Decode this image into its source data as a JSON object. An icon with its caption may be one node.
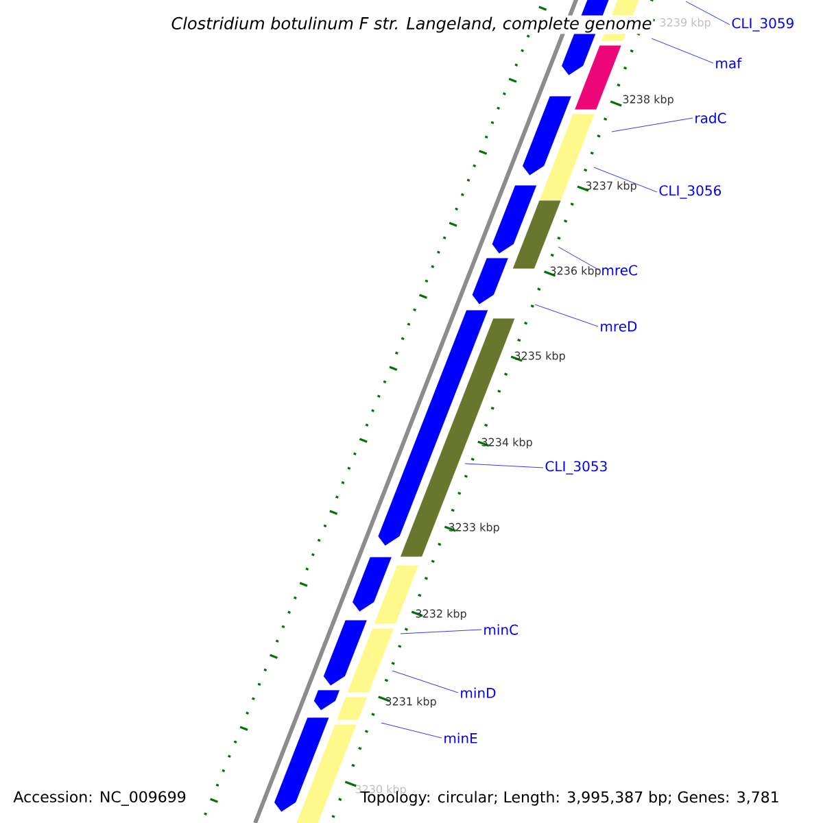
{
  "diagram": {
    "title": "Clostridium botulinum F str. Langeland, complete genome",
    "nodes": [
      {
        "text": [
          "CLI_3059"
        ]
      },
      {
        "text": [
          "maf"
        ]
      },
      {
        "text": [
          "radC"
        ]
      },
      {
        "text": [
          "CLI_3056"
        ]
      },
      {
        "text": [
          "mreC"
        ]
      },
      {
        "text": [
          "mreD"
        ]
      },
      {
        "text": [
          "CLI_3053"
        ]
      },
      {
        "text": [
          "minC"
        ]
      },
      {
        "text": [
          "minD"
        ]
      },
      {
        "text": [
          "minE"
        ]
      }
    ],
    "edges": [
      {
        "from": 0,
        "to": null,
        "arrow": "none"
      },
      {
        "from": 1,
        "to": null,
        "arrow": "none"
      },
      {
        "from": 2,
        "to": null,
        "arrow": "none"
      },
      {
        "from": 3,
        "to": null,
        "arrow": "none"
      },
      {
        "from": 4,
        "to": null,
        "arrow": "none"
      },
      {
        "from": 5,
        "to": null,
        "arrow": "none"
      },
      {
        "from": 6,
        "to": null,
        "arrow": "none"
      },
      {
        "from": 7,
        "to": null,
        "arrow": "none"
      },
      {
        "from": 8,
        "to": null,
        "arrow": "none"
      },
      {
        "from": 9,
        "to": null,
        "arrow": "none"
      }
    ],
    "labels": [
      "3239 kbp",
      "3238 kbp",
      "3237 kbp",
      "3236 kbp",
      "3235 kbp",
      "3234 kbp",
      "3233 kbp",
      "3232 kbp",
      "3231 kbp",
      "3230 kbp",
      "Accession: NC_009699",
      "Topology: circular; Length: 3,995,387 bp; Genes: 3,781"
    ]
  }
}
